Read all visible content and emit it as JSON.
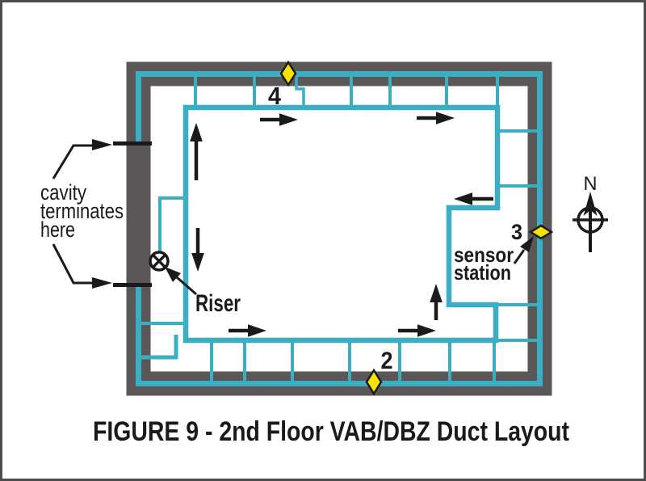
{
  "figure_title": "FIGURE 9 - 2nd Floor VAB/DBZ Duct Layout",
  "annotations": {
    "cavity_note": {
      "line1": "cavity",
      "line2": "terminates",
      "line3": "here"
    },
    "riser_label": "Riser",
    "sensor_note": {
      "line1": "sensor",
      "line2": "station"
    }
  },
  "markers": {
    "top": {
      "label": "4"
    },
    "bottom": {
      "label": "2"
    },
    "right": {
      "label": "3"
    }
  },
  "compass": {
    "label": "N"
  },
  "colors": {
    "duct_teal": "#3CAEC3",
    "wall_gray": "#5A5756",
    "marker_yellow": "#F6E300",
    "ink_black": "#1A1A1A",
    "border_gray": "#4D4D4D",
    "page_bg": "#FFFFFF"
  }
}
